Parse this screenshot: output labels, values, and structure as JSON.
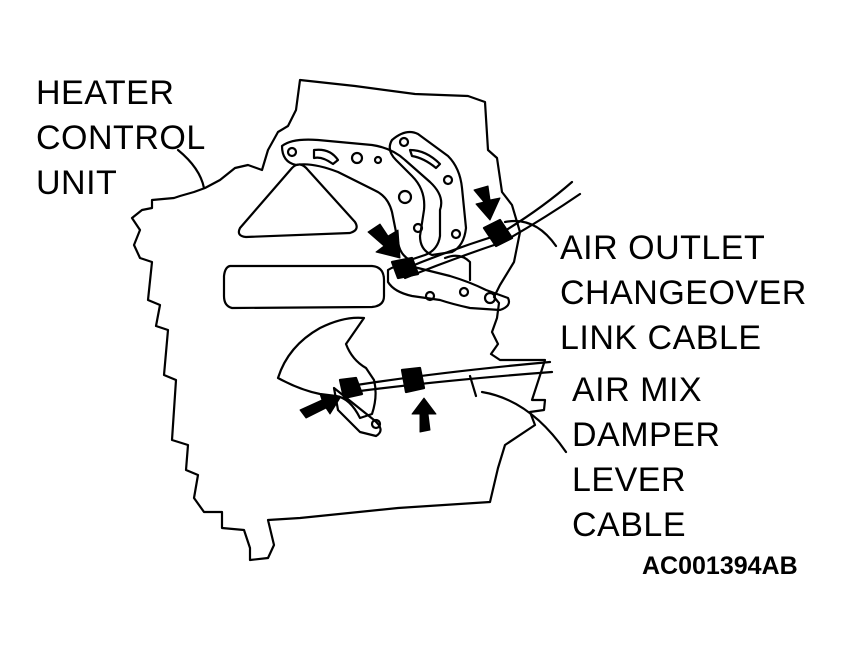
{
  "labels": {
    "heater_control_unit": [
      "HEATER",
      "CONTROL",
      "UNIT"
    ],
    "air_outlet_changeover_link_cable": [
      "AIR OUTLET",
      "CHANGEOVER",
      "LINK CABLE"
    ],
    "air_mix_damper_lever_cable": [
      "AIR MIX",
      "DAMPER",
      "LEVER",
      "CABLE"
    ]
  },
  "figure_code": "AC001394AB",
  "colors": {
    "ink": "#000000",
    "paper": "#ffffff"
  }
}
